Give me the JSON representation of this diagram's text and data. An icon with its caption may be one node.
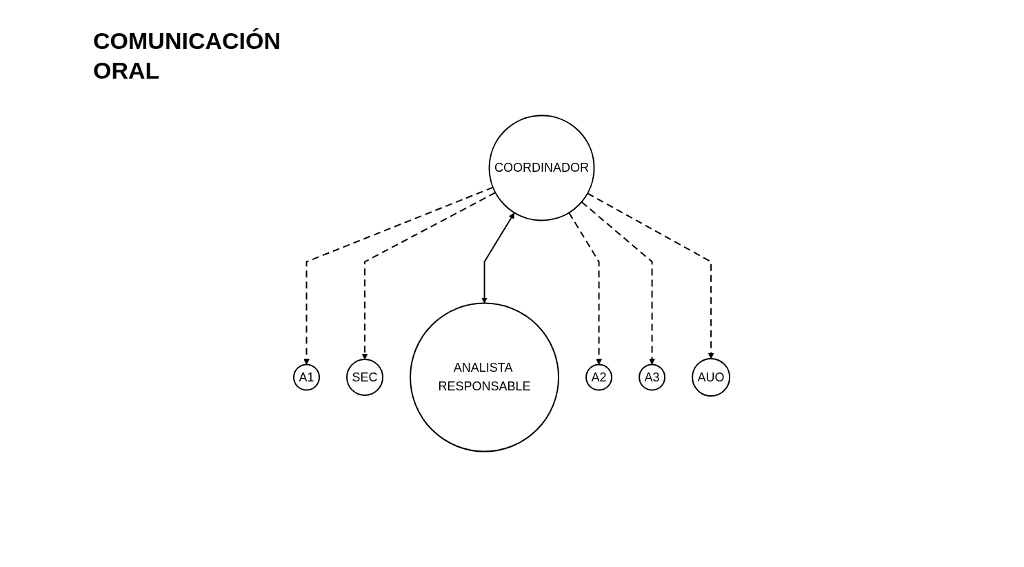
{
  "diagram": {
    "title": "COMUNICACIÓN ORAL",
    "nodes": [
      {
        "text": [
          "COORDINADOR"
        ]
      },
      {
        "text": [
          "A1"
        ]
      },
      {
        "text": [
          "SEC"
        ]
      },
      {
        "text": [
          "ANALISTA RESPONSABLE"
        ]
      },
      {
        "text": [
          "A2"
        ]
      },
      {
        "text": [
          "A3"
        ]
      },
      {
        "text": [
          "AUO"
        ]
      }
    ],
    "edges": [
      {
        "from": 0,
        "to": 1,
        "arrow": "to",
        "style": "dashed"
      },
      {
        "from": 0,
        "to": 2,
        "arrow": "to",
        "style": "dashed"
      },
      {
        "from": 0,
        "to": 3,
        "arrow": "both"
      },
      {
        "from": 0,
        "to": 4,
        "arrow": "to",
        "style": "dashed"
      },
      {
        "from": 0,
        "to": 5,
        "arrow": "to",
        "style": "dashed"
      },
      {
        "from": 0,
        "to": 6,
        "arrow": "to",
        "style": "dashed"
      }
    ]
  }
}
